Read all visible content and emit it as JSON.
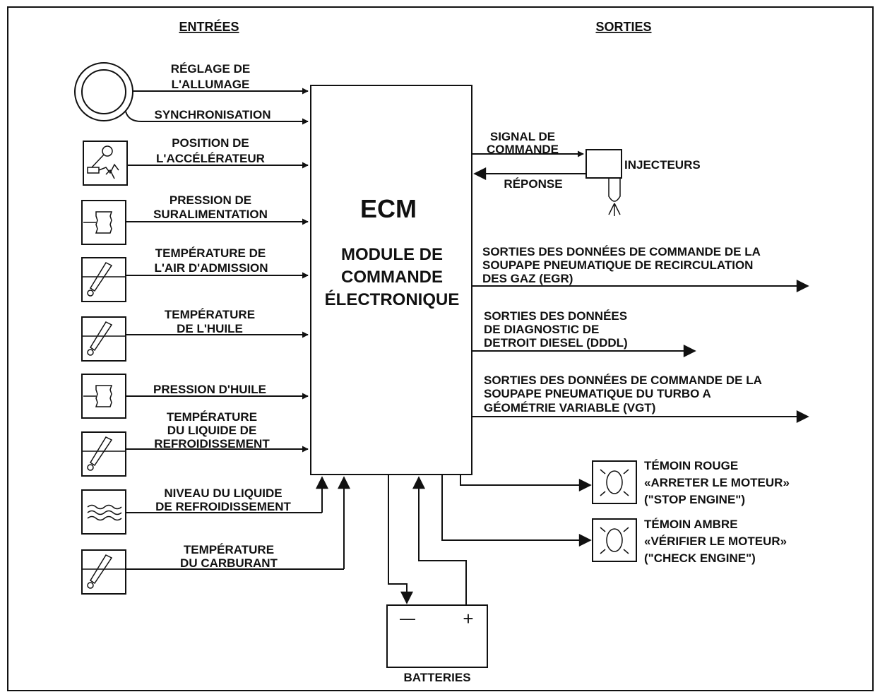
{
  "headers": {
    "inputs": "ENTRÉES",
    "outputs": "SORTIES"
  },
  "ecm": {
    "title": "ECM",
    "line1": "MODULE DE",
    "line2": "COMMANDE",
    "line3": "ÉLECTRONIQUE"
  },
  "inputs": {
    "timing": [
      "RÉGLAGE DE",
      "L'ALLUMAGE"
    ],
    "sync": "SYNCHRONISATION",
    "throttle": [
      "POSITION DE",
      "L'ACCÉLÉRATEUR"
    ],
    "boost": [
      "PRESSION DE",
      "SURALIMENTATION"
    ],
    "intake_temp": [
      "TEMPÉRATURE DE",
      "L'AIR D'ADMISSION"
    ],
    "oil_temp": [
      "TEMPÉRATURE",
      "DE L'HUILE"
    ],
    "oil_pressure": "PRESSION D'HUILE",
    "coolant_temp": [
      "TEMPÉRATURE",
      "DU LIQUIDE DE",
      "REFROIDISSEMENT"
    ],
    "coolant_level": [
      "NIVEAU DU LIQUIDE",
      "DE REFROIDISSEMENT"
    ],
    "fuel_temp": [
      "TEMPÉRATURE",
      "DU CARBURANT"
    ]
  },
  "outputs": {
    "command_signal": [
      "SIGNAL DE",
      "COMMANDE"
    ],
    "response": "RÉPONSE",
    "injectors": "INJECTEURS",
    "egr": [
      "SORTIES DES DONNÉES DE COMMANDE DE LA",
      "SOUPAPE PNEUMATIQUE DE RECIRCULATION",
      "DES GAZ (EGR)"
    ],
    "dddl": [
      "SORTIES DES DONNÉES",
      "DE DIAGNOSTIC DE",
      "DETROIT DIESEL (DDDL)"
    ],
    "vgt": [
      "SORTIES DES DONNÉES DE COMMANDE DE LA",
      "SOUPAPE PNEUMATIQUE DU TURBO A",
      "GÉOMÉTRIE VARIABLE (VGT)"
    ],
    "red_lamp": [
      "TÉMOIN ROUGE",
      "«ARRETER LE MOTEUR»",
      "(\"STOP ENGINE\")"
    ],
    "amber_lamp": [
      "TÉMOIN AMBRE",
      "«VÉRIFIER LE MOTEUR»",
      "(\"CHECK ENGINE\")"
    ]
  },
  "battery": {
    "label": "BATTERIES",
    "minus": "—",
    "plus": "+"
  }
}
